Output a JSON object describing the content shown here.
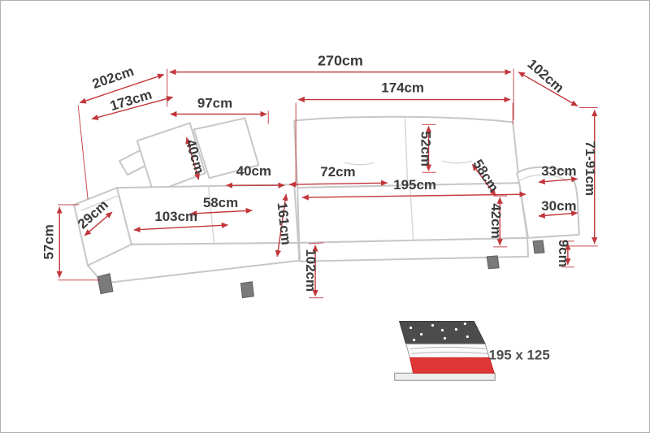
{
  "colors": {
    "dimension_red": "#c2363b",
    "sofa_outline_gray": "#c7c7c7",
    "label_text": "#3b3b3b",
    "leg_gray": "#7a7a7a",
    "bed_icon_dark": "#4c4c4c",
    "bed_icon_red": "#e03636"
  },
  "dims": {
    "overall_width": "270cm",
    "chaise_total_depth": "202cm",
    "chaise_inner_depth": "173cm",
    "back_left_width": "97cm",
    "back_right_width": "174cm",
    "right_side_depth": "102cm",
    "height_range": "71-91cm",
    "armrest_top": "33cm",
    "armrest_side": "30cm",
    "leg_height": "9cm",
    "backrest_height": "52cm",
    "seat_depth_right": "58cm",
    "seat_mid_width": "72cm",
    "cushion_width": "40cm",
    "cushion_height": "40cm",
    "bed_length": "195cm",
    "seat_depth_left": "58cm",
    "chaise_seat_length": "103cm",
    "chaise_length": "161cm",
    "chaise_arm_width": "29cm",
    "chaise_height": "57cm",
    "seat_height": "42cm",
    "chaise_front_depth": "102cm"
  },
  "bed": {
    "sleeping_area": "195 x 125"
  }
}
